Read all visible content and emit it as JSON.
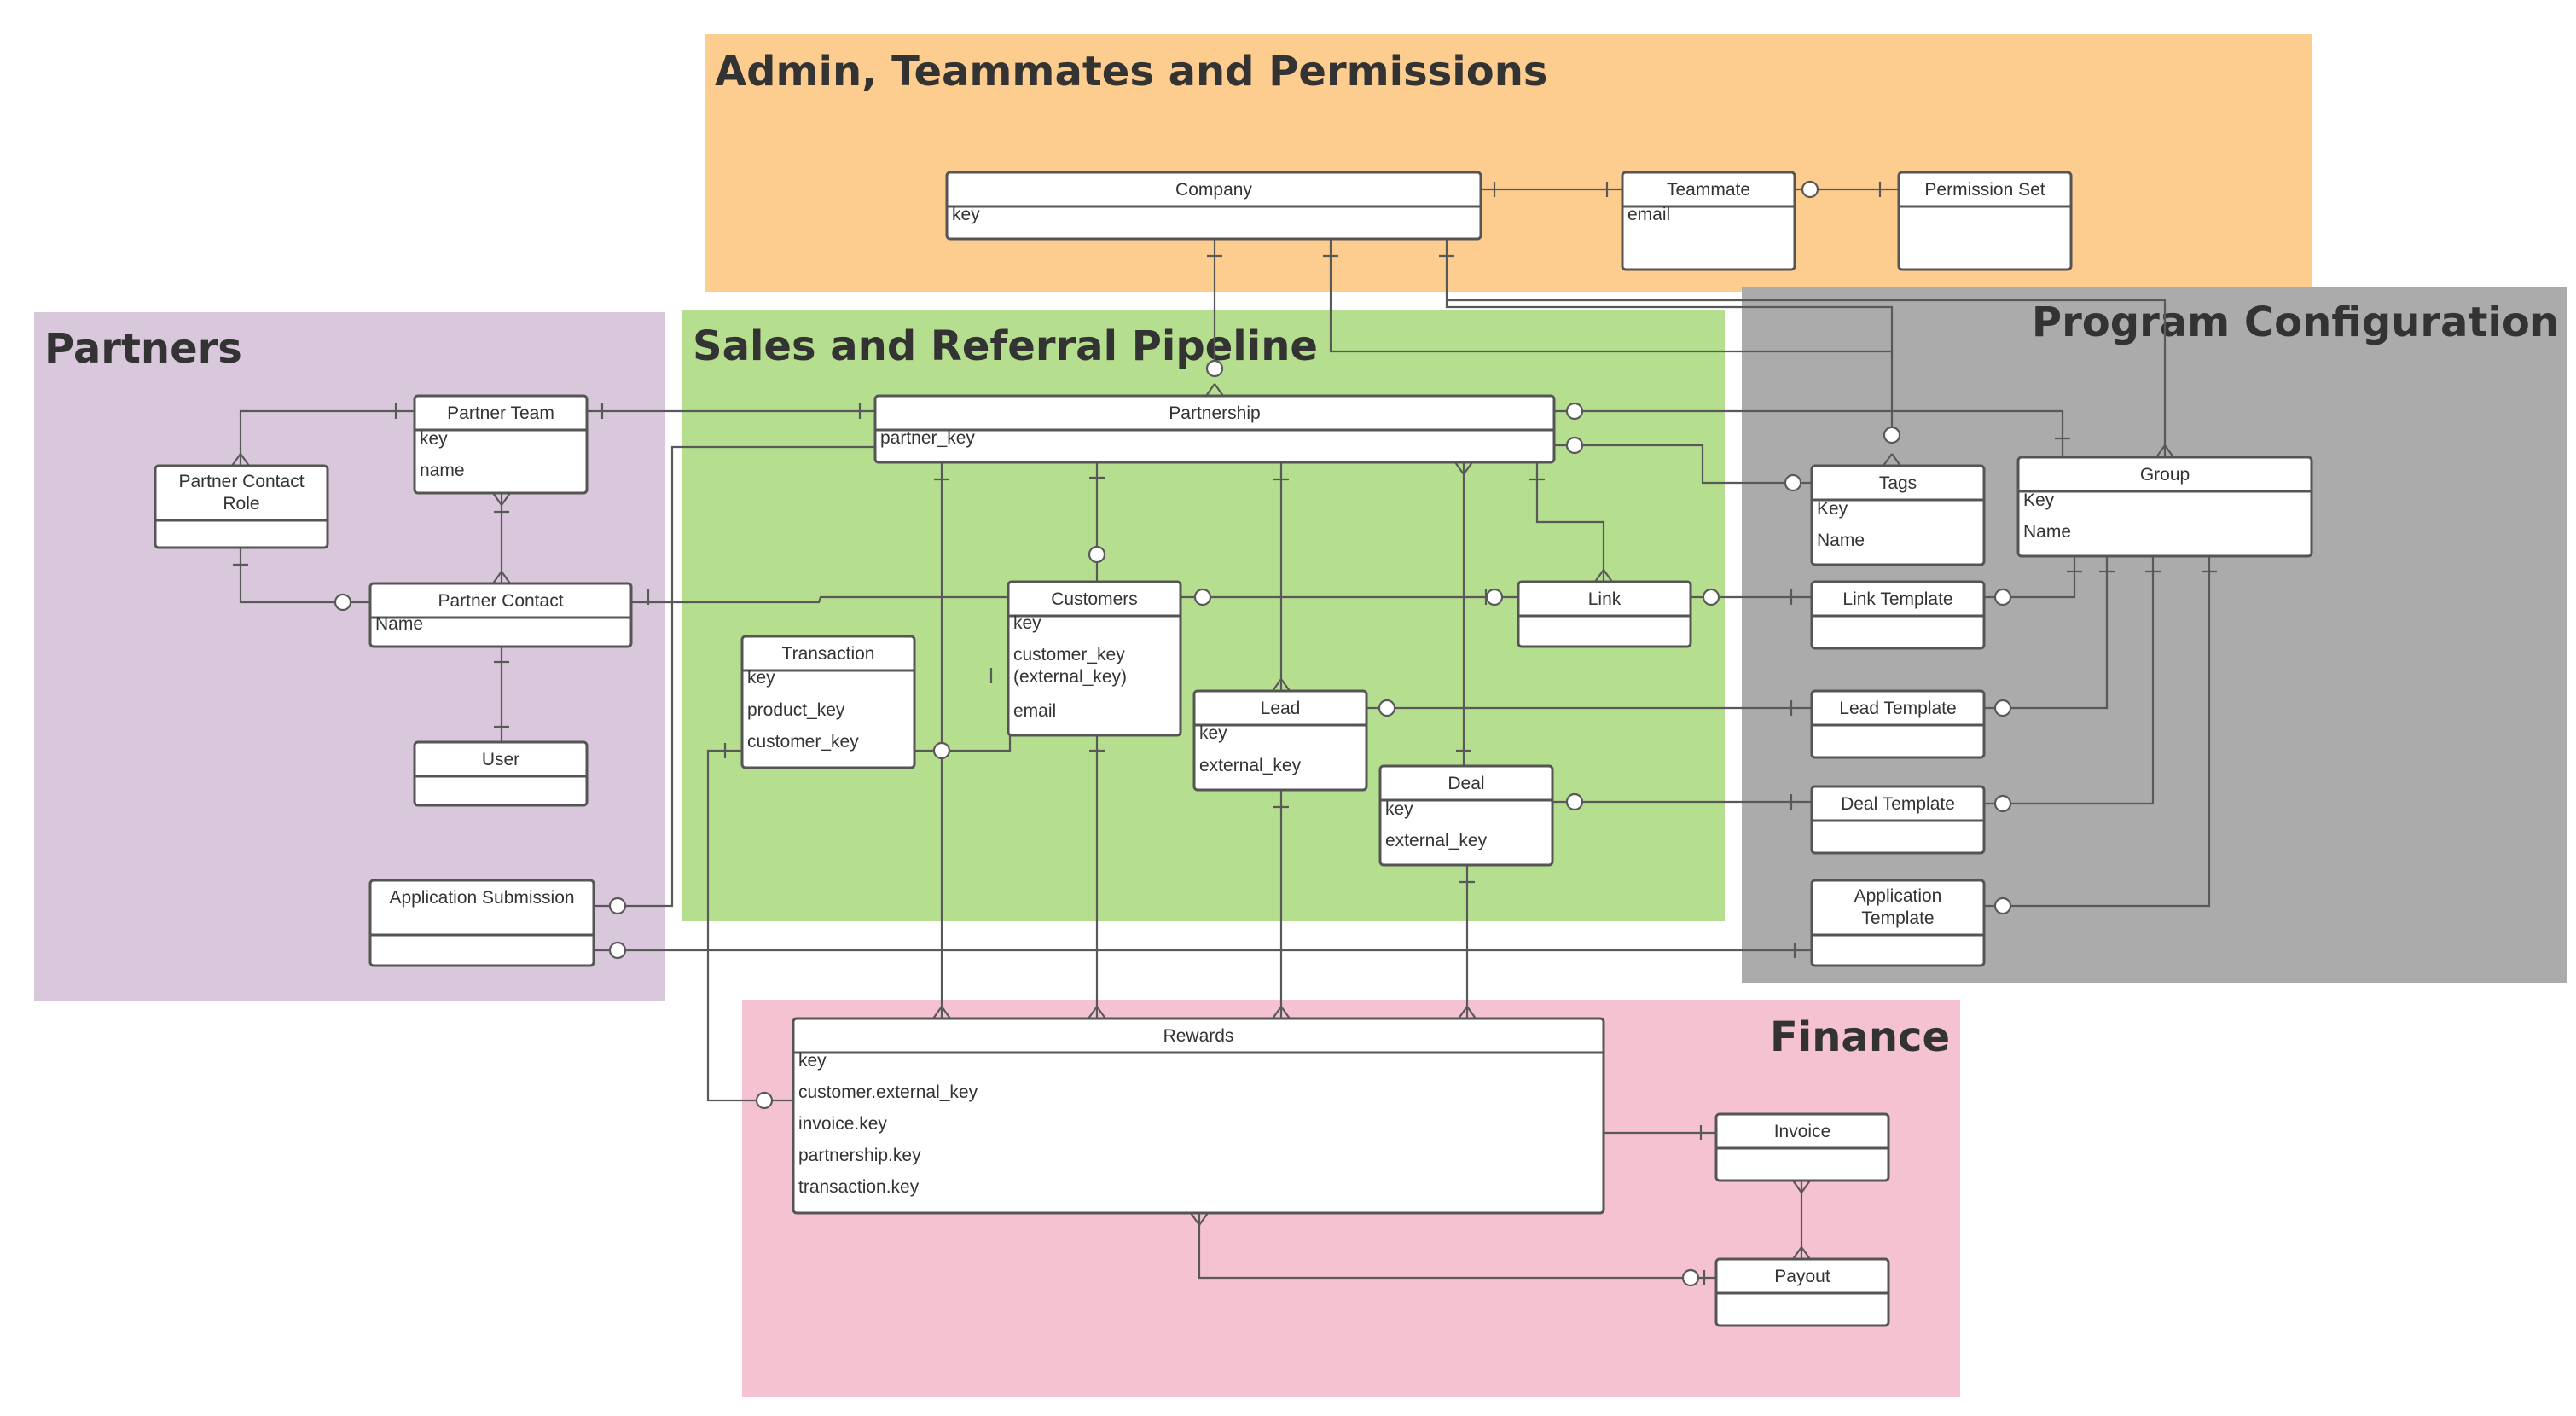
{
  "colors": {
    "admin": "#fdcc8f",
    "sales": "#b5de8f",
    "partners": "#d9c8db",
    "program": "#ababab",
    "finance": "#f4c2d0",
    "line": "#595959",
    "title_text": "#333333"
  },
  "regions": {
    "admin": "Admin, Teammates and Permissions",
    "sales": "Sales and Referral Pipeline",
    "partners": "Partners",
    "program": "Program Configuration",
    "finance": "Finance"
  },
  "entities": {
    "company": {
      "title": "Company",
      "fields": [
        "key"
      ]
    },
    "teammate": {
      "title": "Teammate",
      "fields": [
        "email"
      ]
    },
    "permission_set": {
      "title": "Permission Set",
      "fields": []
    },
    "partner_team": {
      "title": "Partner Team",
      "fields": [
        "key",
        "name"
      ]
    },
    "partner_contact_role": {
      "title": [
        "Partner Contact",
        "Role"
      ],
      "fields": []
    },
    "partner_contact": {
      "title": "Partner Contact",
      "fields": [
        "Name"
      ]
    },
    "user": {
      "title": "User",
      "fields": []
    },
    "application_submission": {
      "title": "Application Submission",
      "fields": []
    },
    "partnership": {
      "title": "Partnership",
      "fields": [
        "partner_key"
      ]
    },
    "customers": {
      "title": "Customers",
      "fields": [
        "key",
        "customer_key\n(external_key)",
        "email"
      ]
    },
    "transaction": {
      "title": "Transaction",
      "fields": [
        "key",
        "product_key",
        "customer_key"
      ]
    },
    "link": {
      "title": "Link",
      "fields": []
    },
    "lead": {
      "title": "Lead",
      "fields": [
        "key",
        "external_key"
      ]
    },
    "deal": {
      "title": "Deal",
      "fields": [
        "key",
        "external_key"
      ]
    },
    "tags": {
      "title": "Tags",
      "fields": [
        "Key",
        "Name"
      ]
    },
    "group": {
      "title": "Group",
      "fields": [
        "Key",
        "Name"
      ]
    },
    "link_template": {
      "title": "Link Template",
      "fields": []
    },
    "lead_template": {
      "title": "Lead Template",
      "fields": []
    },
    "deal_template": {
      "title": "Deal Template",
      "fields": []
    },
    "application_template": {
      "title": [
        "Application",
        "Template"
      ],
      "fields": []
    },
    "rewards": {
      "title": "Rewards",
      "fields": [
        "key",
        "customer.external_key",
        "invoice.key",
        "partnership.key",
        "transaction.key"
      ]
    },
    "invoice": {
      "title": "Invoice",
      "fields": []
    },
    "payout": {
      "title": "Payout",
      "fields": []
    }
  }
}
